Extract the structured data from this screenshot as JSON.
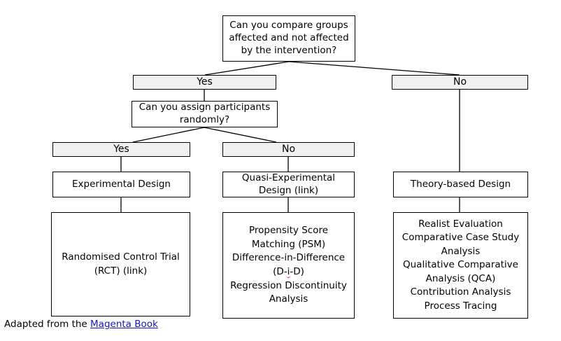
{
  "diagram": {
    "title": "Evaluation design decision tree",
    "root": {
      "text": "Can you compare groups\naffected and not affected\nby the intervention?"
    },
    "level1": {
      "yes_label": "Yes",
      "no_label": "No"
    },
    "question2": {
      "text": "Can you assign participants\nrandomly?"
    },
    "level2": {
      "yes_label": "Yes",
      "no_label": "No"
    },
    "designs": {
      "experimental": "Experimental Design",
      "quasi_experimental": "Quasi-Experimental\nDesign (link)",
      "theory_based": "Theory-based Design"
    },
    "methods": {
      "experimental": "Randomised Control Trial\n(RCT) (link)",
      "quasi_line1": "Propensity Score",
      "quasi_line2": "Matching (PSM)",
      "quasi_line3": "Difference-in-Difference",
      "quasi_line4_pre": "(D-",
      "quasi_line4_mid": "i",
      "quasi_line4_post": "-D)",
      "quasi_line5": "Regression Discontinuity",
      "quasi_line6": "Analysis",
      "theory_based": "Realist Evaluation\nComparative Case Study\nAnalysis\nQualitative Comparative\nAnalysis (QCA)\nContribution Analysis\nProcess Tracing"
    },
    "caption": {
      "prefix": "Adapted from the ",
      "link_text": "Magenta Book"
    },
    "colors": {
      "answer_fill": "#f0f0f0",
      "box_border": "#000000",
      "box_fill": "#ffffff",
      "link": "#1a14c8",
      "spellcheck": "#d03020",
      "text": "#000000"
    }
  }
}
